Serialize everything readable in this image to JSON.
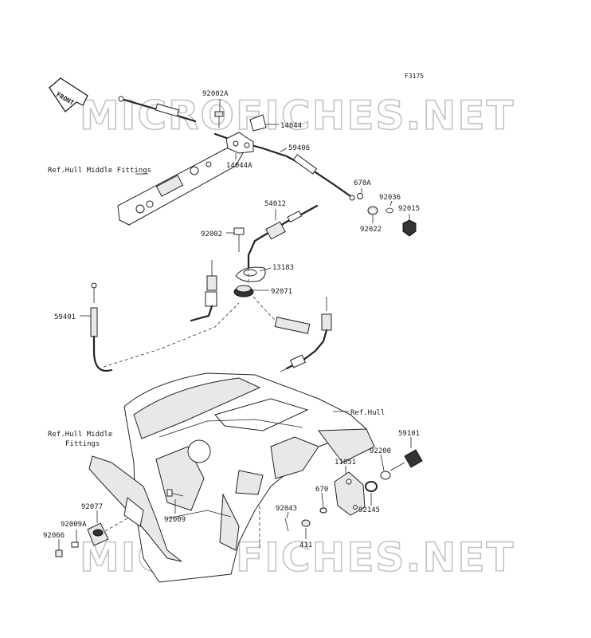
{
  "figure_code": "F3175",
  "front_label": "FRONT",
  "watermark_text": "MICROFICHES.NET",
  "callouts": {
    "p92002A": "92002A",
    "p14044": "14044",
    "p14044A": "14044A",
    "p59406": "59406",
    "ref_hull_mid_top": "Ref.Hull Middle Fittings",
    "p670A": "670A",
    "p92036": "92036",
    "p92015": "92015",
    "p92022": "92022",
    "p54012": "54012",
    "p92002": "92002",
    "p13183": "13183",
    "p92071": "92071",
    "p59401": "59401",
    "ref_hull": "Ref.Hull",
    "ref_hull_mid_bottom_1": "Ref.Hull Middle",
    "ref_hull_mid_bottom_2": "Fittings",
    "p59101": "59101",
    "p11051": "11051",
    "p92200": "92200",
    "p670": "670",
    "p92145": "92145",
    "p92077": "92077",
    "p92009A": "92009A",
    "p92066": "92066",
    "p92009": "92009",
    "p92043": "92043",
    "p411": "411"
  }
}
